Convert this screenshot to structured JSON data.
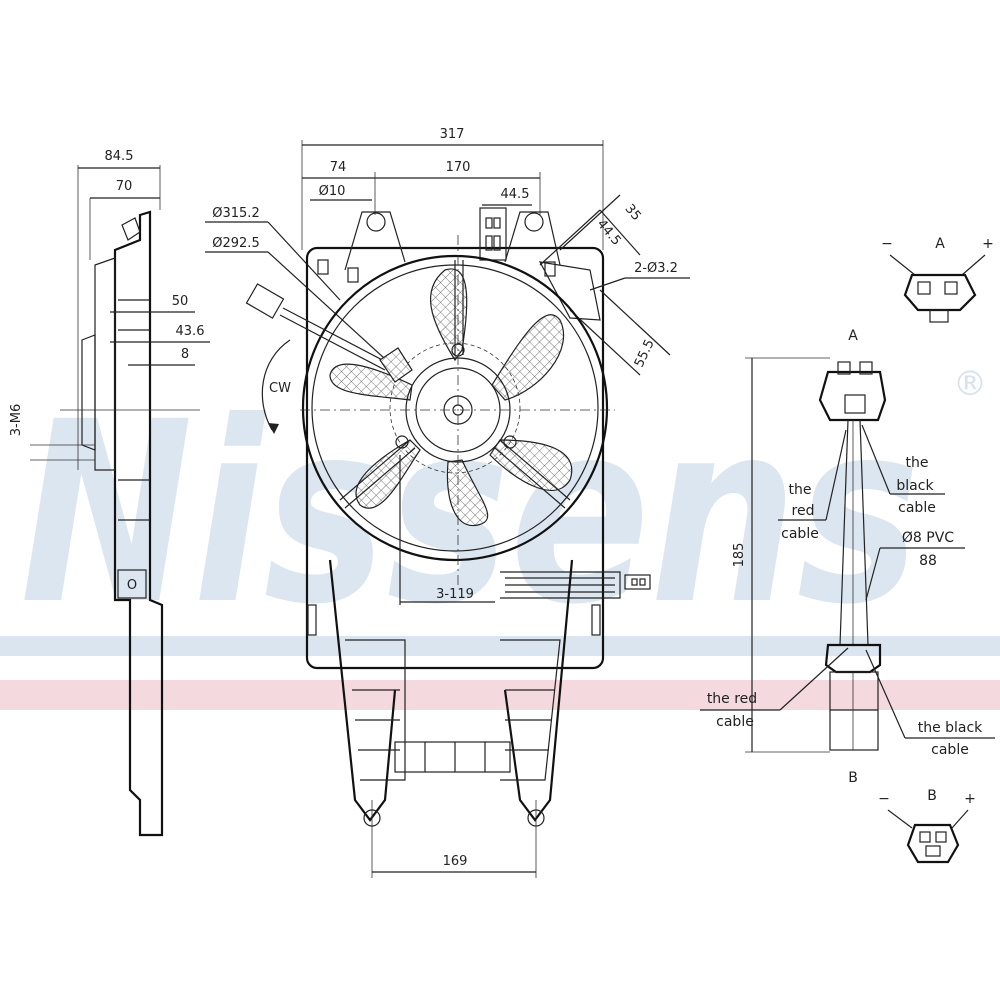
{
  "colors": {
    "stripe_blue": "#dbe5f0",
    "stripe_pink": "#f4d9df",
    "watermark": "#d7e2ee",
    "line": "#222222"
  },
  "watermark": {
    "text": "Nissens",
    "registered": "®"
  },
  "side_view": {
    "dim_top": "84.5",
    "dim_second": "70",
    "dim_50": "50",
    "dim_43_6": "43.6",
    "dim_8": "8",
    "bolt_label": "3-M6"
  },
  "front_view": {
    "width_total": "317",
    "dim_74": "74",
    "dim_170": "170",
    "dia_outer": "Ø315.2",
    "dia_inner": "Ø292.5",
    "hole_dia": "Ø10",
    "dim_44_5_top": "44.5",
    "dim_35": "35",
    "dim_44_5_side": "44.5",
    "holes_2": "2-Ø3.2",
    "dim_55_5": "55.5",
    "rotation": "CW",
    "blade_note": "3-119",
    "bottom_span": "169"
  },
  "cable_view": {
    "connector_a": "A",
    "connector_b": "B",
    "minus": "−",
    "plus": "+",
    "length": "185",
    "top_red": [
      "the",
      "red",
      "cable"
    ],
    "top_black": [
      "the",
      "black",
      "cable"
    ],
    "spec": [
      "Ø8  PVC",
      "88"
    ],
    "bottom_red": [
      "the  red",
      "cable"
    ],
    "bottom_black": [
      "the black",
      "cable"
    ]
  }
}
